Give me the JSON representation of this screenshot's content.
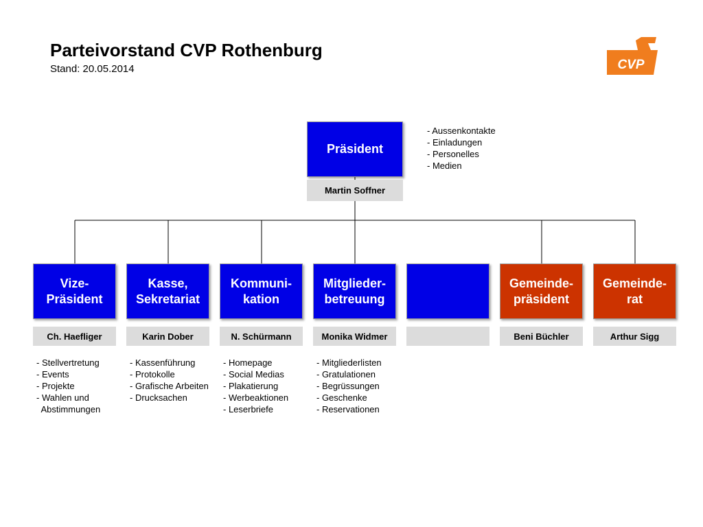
{
  "header": {
    "title": "Parteivorstand CVP Rothenburg",
    "subtitle": "Stand: 20.05.2014"
  },
  "logo": {
    "text": "CVP",
    "color": "#f07d1e"
  },
  "colors": {
    "blue": "#0000e6",
    "red": "#cc3300",
    "name_bg": "#dcdcdc"
  },
  "president": {
    "title": "Präsident",
    "name": "Martin Soffner",
    "tasks": [
      "- Aussenkontakte",
      "- Einladungen",
      "- Personelles",
      "- Medien"
    ]
  },
  "members": [
    {
      "title": "Vize-\nPräsident",
      "name": "Ch. Haefliger",
      "color": "blue",
      "tasks": [
        "- Stellvertretung",
        "- Events",
        "- Projekte",
        "- Wahlen und",
        "  Abstimmungen"
      ]
    },
    {
      "title": "Kasse,\nSekretariat",
      "name": "Karin Dober",
      "color": "blue",
      "tasks": [
        "- Kassenführung",
        "- Protokolle",
        "- Grafische Arbeiten",
        "- Drucksachen"
      ]
    },
    {
      "title": "Kommuni-\nkation",
      "name": "N. Schürmann",
      "color": "blue",
      "tasks": [
        "- Homepage",
        "- Social Medias",
        "- Plakatierung",
        "- Werbeaktionen",
        "- Leserbriefe"
      ]
    },
    {
      "title": "Mitglieder-\nbetreuung",
      "name": "Monika Widmer",
      "color": "blue",
      "tasks": [
        "- Mitgliederlisten",
        "- Gratulationen",
        "- Begrüssungen",
        "- Geschenke",
        "- Reservationen"
      ]
    },
    {
      "title": "",
      "name": "",
      "color": "blue",
      "tasks": []
    },
    {
      "title": "Gemeinde-\npräsident",
      "name": "Beni Büchler",
      "color": "red",
      "tasks": []
    },
    {
      "title": "Gemeinde-\nrat",
      "name": "Arthur Sigg",
      "color": "red",
      "tasks": []
    }
  ]
}
